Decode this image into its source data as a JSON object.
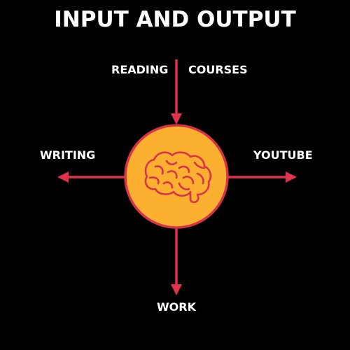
{
  "title": "INPUT AND OUTPUT",
  "nodes": {
    "reading": "READING",
    "courses": "COURSES",
    "writing": "WRITING",
    "youtube": "YOUTUBE",
    "work": "WORK"
  },
  "center": {
    "icon": "brain-icon"
  },
  "colors": {
    "background": "#000000",
    "text": "#ffffff",
    "arrow": "#e0334a",
    "circle_fill": "#fbb030",
    "circle_stroke": "#d8334a",
    "brain_stroke": "#d8334a"
  }
}
